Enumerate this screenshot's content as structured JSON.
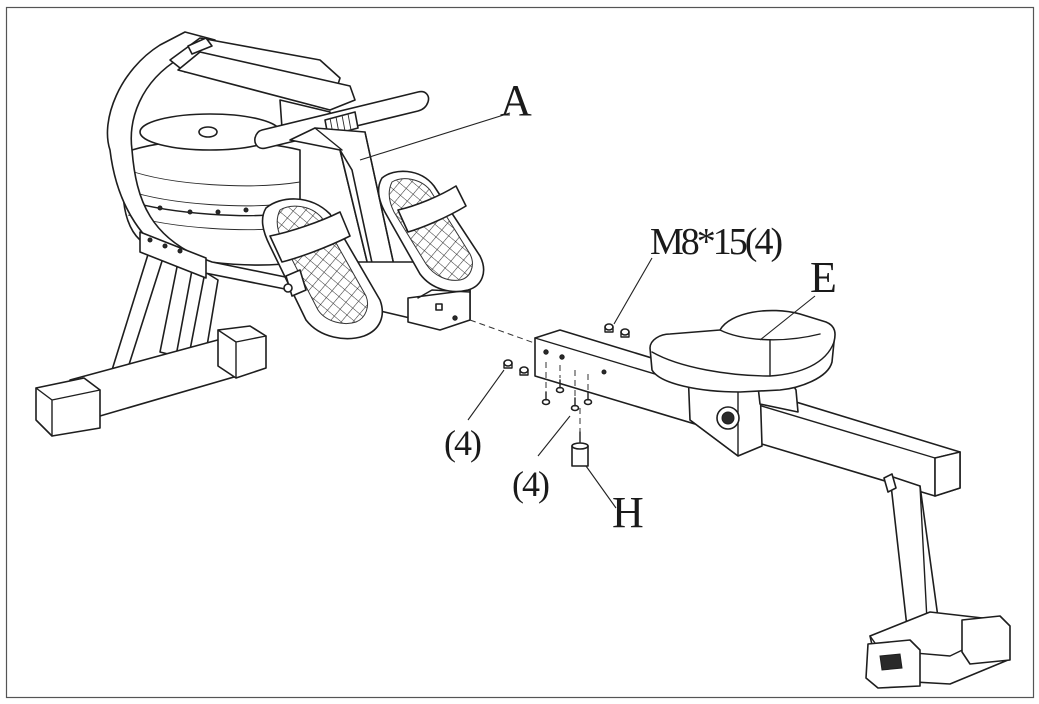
{
  "diagram": {
    "labels": {
      "part_a": "A",
      "bolt_spec": "M8*15(4)",
      "part_e": "E",
      "count_left": "(4)",
      "count_bottom": "(4)",
      "part_h": "H"
    }
  }
}
